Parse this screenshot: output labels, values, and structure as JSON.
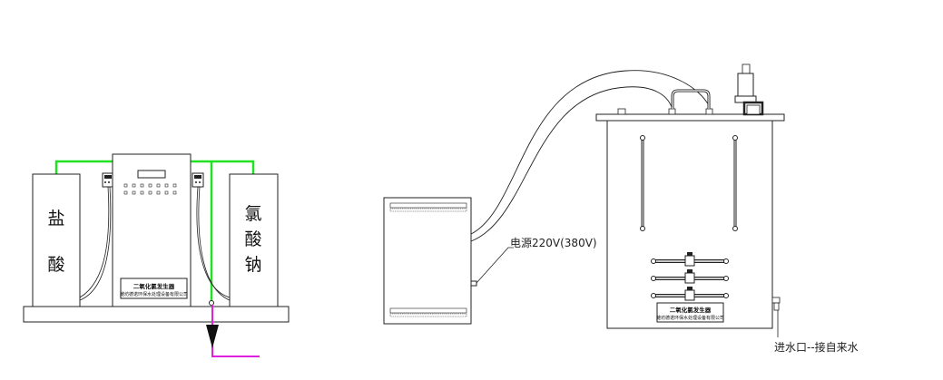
{
  "left_unit": {
    "tank_left": {
      "chars": [
        "盐",
        "酸"
      ]
    },
    "tank_right": {
      "chars": [
        "氯",
        "酸",
        "钠"
      ]
    },
    "nameplate": {
      "title": "二氧化氯发生器",
      "subtitle": "潍坊德诺环保水处理设备有限公司"
    }
  },
  "right_unit": {
    "power_label": "电源220V(380V)",
    "inlet_label": "进水口--接自来水",
    "nameplate": {
      "title": "二氧化氯发生器",
      "subtitle": "潍坊德诺环保水处理设备有限公司"
    }
  },
  "colors": {
    "pipe_green": "#22e022",
    "outlet_magenta": "#e020e0",
    "line": "#222222"
  }
}
